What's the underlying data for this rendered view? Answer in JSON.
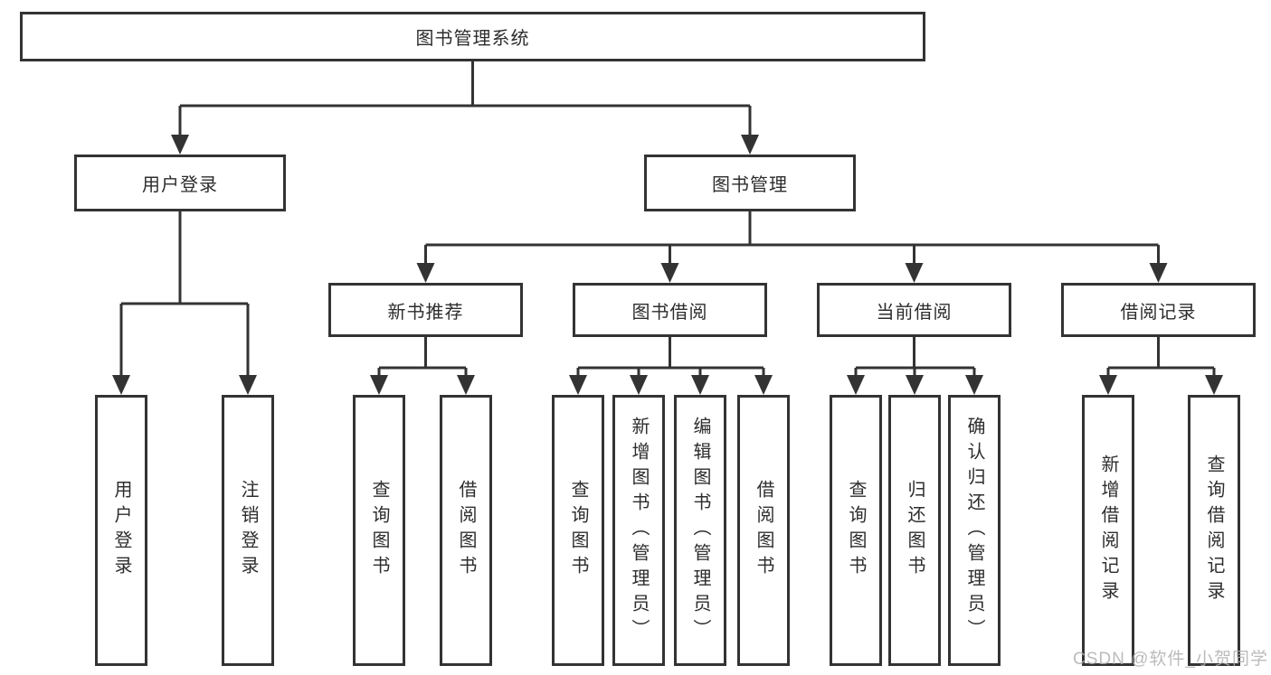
{
  "diagram": {
    "title": "图书管理系统",
    "tree": {
      "root": {
        "label": "图书管理系统",
        "children": [
          {
            "label": "用户登录",
            "children": [
              {
                "label": "用户登录"
              },
              {
                "label": "注销登录"
              }
            ]
          },
          {
            "label": "图书管理",
            "children": [
              {
                "label": "新书推荐",
                "children": [
                  {
                    "label": "查询图书"
                  },
                  {
                    "label": "借阅图书"
                  }
                ]
              },
              {
                "label": "图书借阅",
                "children": [
                  {
                    "label": "查询图书"
                  },
                  {
                    "label": "新增图书（管理员）"
                  },
                  {
                    "label": "编辑图书（管理员）"
                  },
                  {
                    "label": "借阅图书"
                  }
                ]
              },
              {
                "label": "当前借阅",
                "children": [
                  {
                    "label": "查询图书"
                  },
                  {
                    "label": "归还图书"
                  },
                  {
                    "label": "确认归还（管理员）"
                  }
                ]
              },
              {
                "label": "借阅记录",
                "children": [
                  {
                    "label": "新增借阅记录"
                  },
                  {
                    "label": "查询借阅记录"
                  }
                ]
              }
            ]
          }
        ]
      }
    },
    "colors": {
      "border": "#333333",
      "text": "#2d2d2d",
      "background": "#ffffff",
      "watermark": "#b0b0b0"
    }
  },
  "watermark": {
    "text": "CSDN @软件_小贺同学"
  }
}
